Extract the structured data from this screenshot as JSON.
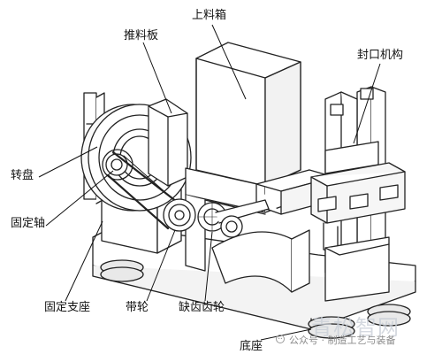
{
  "labels": {
    "hopper": "上料箱",
    "push_plate": "推料板",
    "sealing_mechanism": "封口机构",
    "turntable": "转盘",
    "fixed_shaft": "固定轴",
    "fixed_support": "固定支座",
    "pulley": "带轮",
    "partial_gear": "缺齿齿轮",
    "base": "底座"
  },
  "watermark": {
    "logo_text": "青松智网",
    "account_text": "公众号 · 制造工艺与装备"
  }
}
